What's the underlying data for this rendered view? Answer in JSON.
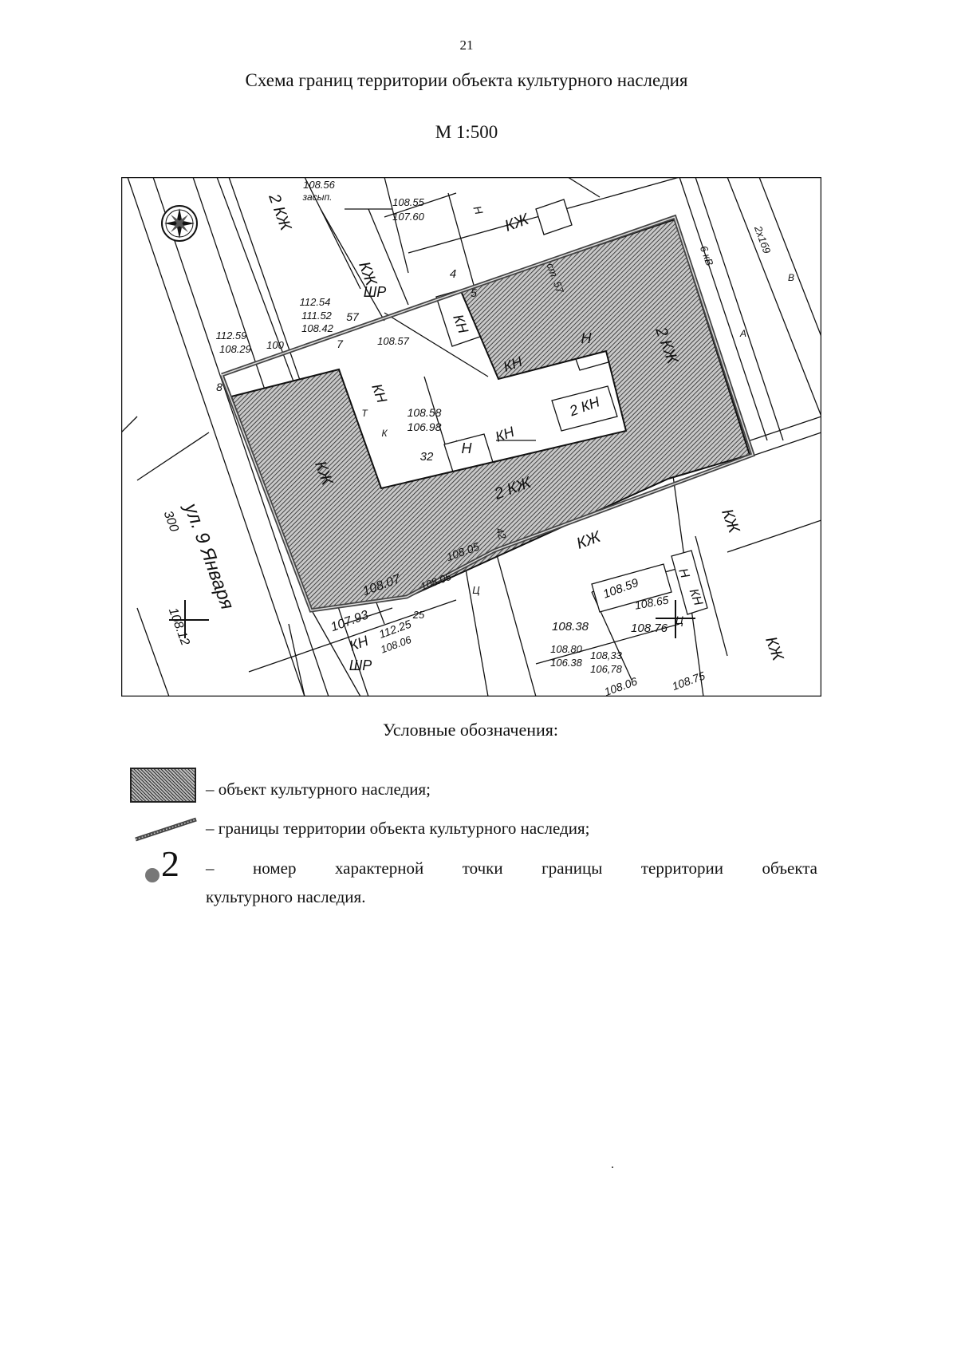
{
  "page_number": "21",
  "title": "Схема границ территории объекта культурного наследия",
  "scale": "М 1:500",
  "map": {
    "colors": {
      "ink": "#111111",
      "hatch": "#333333",
      "paper": "#ffffff"
    },
    "compass_icon": "compass-rose-icon",
    "labels": [
      "2 КЖ",
      "КЖ",
      "КЖ",
      "2 КЖ",
      "КН",
      "Н",
      "КН",
      "Н",
      "2 КН",
      "КН",
      "Н",
      "КН",
      "КЖ",
      "2 КЖ",
      "КЖ",
      "КЖ",
      "КЖ",
      "Н",
      "КН",
      "КН",
      "ШР",
      "ШР",
      "ул. 9 Января",
      "300",
      "108.56",
      "засып.",
      "108.55",
      "107.60",
      "112.54",
      "111.52",
      "108.42",
      "112.59",
      "108.29",
      "100",
      "108.57",
      "108.58",
      "106.98",
      "108.05",
      "108.07",
      "108.05",
      "107.93",
      "112.25",
      "108.06",
      "108.59",
      "108.65",
      "108.38",
      "108.76",
      "108.80",
      "106.38",
      "108,33",
      "106,78",
      "108.06",
      "108.75",
      "108.12",
      "32",
      "57",
      "4",
      "5",
      "7",
      "8",
      "25",
      "42",
      "6 кВ",
      "ст. 57",
      "2x1б9",
      "В",
      "А",
      "К",
      "Т",
      "Ц",
      "Ц"
    ]
  },
  "legend": {
    "heading": "Условные обозначения:",
    "items": [
      {
        "symbol": "hatched-area",
        "text": "– объект культурного наследия;"
      },
      {
        "symbol": "boundary-line",
        "text": "– границы территории объекта культурного наследия;"
      },
      {
        "symbol": "point-number",
        "number": "2",
        "text_line1": "–  номер  характерной  точки  границы  территории  объекта",
        "text_line2": "культурного наследия."
      }
    ]
  }
}
